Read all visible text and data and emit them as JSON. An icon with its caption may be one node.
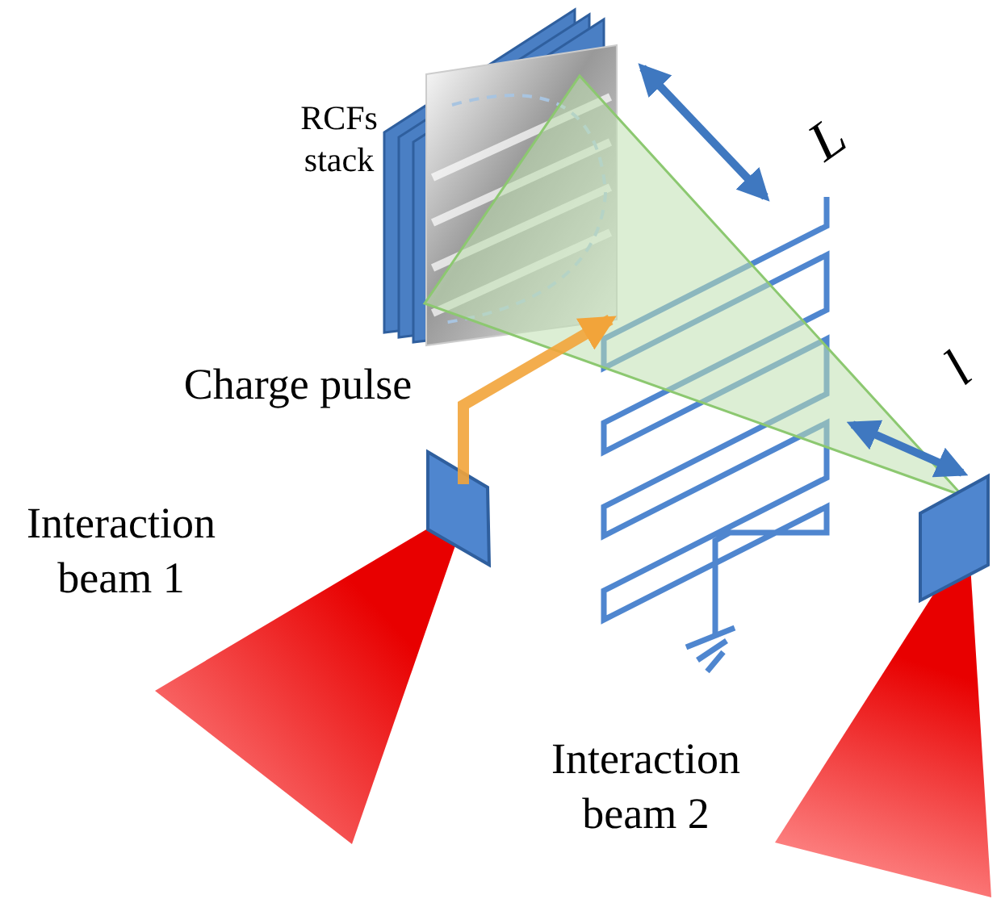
{
  "diagram": {
    "labels": [
      "RCFs stack",
      "L",
      "Charge pulse",
      "l",
      "Interaction beam 1",
      "Interaction beam 2"
    ]
  }
}
